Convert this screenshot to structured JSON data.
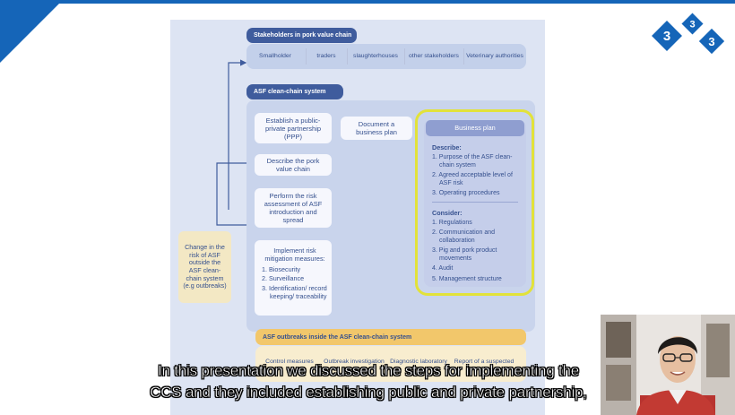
{
  "stakeholders": {
    "title": "Stakeholders in pork value chain",
    "items": [
      "Smallholder",
      "traders",
      "slaughterhouses",
      "other stakeholders",
      "Veterinary authorities"
    ]
  },
  "system": {
    "title": "ASF clean-chain system"
  },
  "steps": {
    "ppp": "Establish a public-private partnership (PPP)",
    "document": "Document a business plan",
    "describe_chain": "Describe the pork value chain",
    "risk_assessment": "Perform the risk assessment of ASF introduction and spread",
    "mitigation_title": "Implement risk mitigation measures:",
    "mitigation_items": [
      "1. Biosecurity",
      "2. Surveillance",
      "3. Identification/ record keeping/ traceability"
    ]
  },
  "external_change": "Change in the risk of ASF outside the ASF clean-chain system (e.g outbreaks)",
  "business_plan": {
    "title": "Business plan",
    "describe_label": "Describe:",
    "describe_items": [
      "1. Purpose of the ASF clean-chain system",
      "2. Agreed acceptable level of ASF risk",
      "3. Operating procedures"
    ],
    "consider_label": "Consider:",
    "consider_items": [
      "1. Regulations",
      "2. Communication and collaboration",
      "3. Pig and pork product movements",
      "4. Audit",
      "5. Management structure"
    ]
  },
  "outbreaks": {
    "title": "ASF outbreaks inside the ASF clean-chain system",
    "items": [
      "Control measures",
      "Outbreak investigation",
      "Diagnostic laboratory",
      "Report of a suspected"
    ]
  },
  "subtitle": {
    "line1": "In this presentation we discussed  the steps for implementing the",
    "line2": "CCS and they included establishing public and private partnership,"
  },
  "logo": {
    "digits": [
      "3",
      "3",
      "3"
    ]
  },
  "colors": {
    "accent": "#1565b8",
    "highlight": "#e2e23a",
    "header": "#3f5c9d",
    "outbreak_bar": "#f2c76b"
  }
}
